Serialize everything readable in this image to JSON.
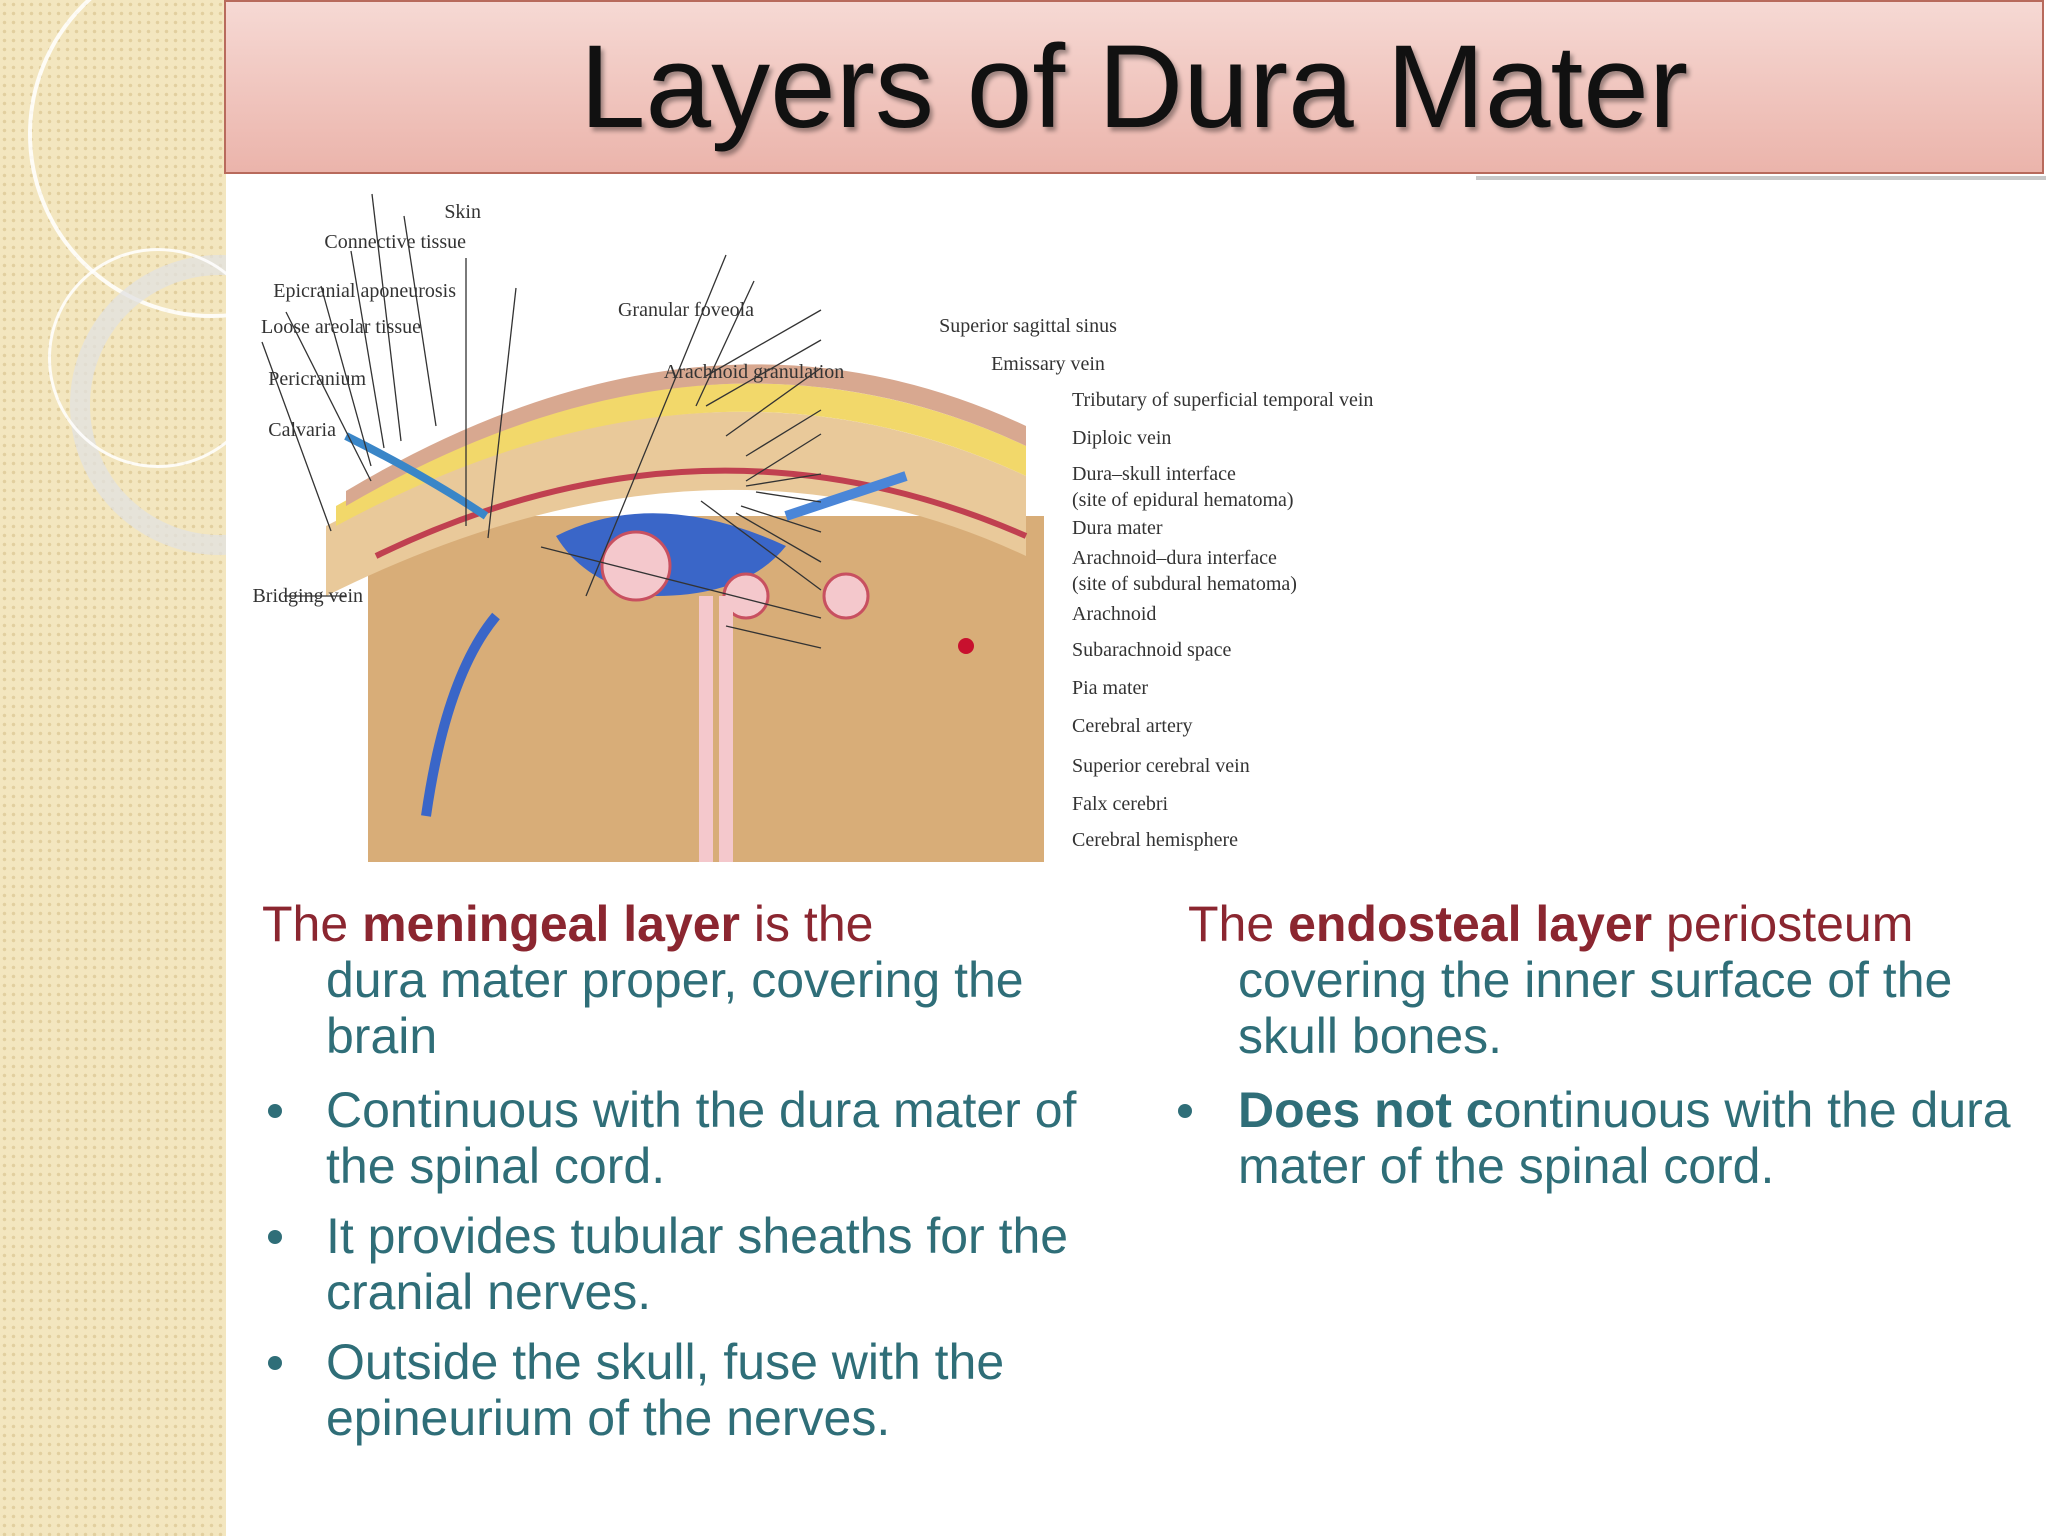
{
  "slide": {
    "title": "Layers of Dura Mater"
  },
  "figure": {
    "labels_left": [
      "Skin",
      "Connective tissue",
      "Epicranial aponeurosis",
      "Loose areolar tissue",
      "Pericranium",
      "Calvaria",
      "Bridging vein"
    ],
    "labels_top": [
      "Granular foveola",
      "Arachnoid granulation",
      "Superior sagittal sinus",
      "Emissary vein"
    ],
    "labels_right": [
      "Tributary of superficial temporal vein",
      "Diploic vein",
      "Dura–skull interface",
      "(site of epidural hematoma)",
      "Dura mater",
      "Arachnoid–dura interface",
      "(site of subdural hematoma)",
      "Arachnoid",
      "Subarachnoid space",
      "Pia mater",
      "Cerebral artery",
      "Superior cerebral vein",
      "Falx cerebri",
      "Cerebral hemisphere"
    ]
  },
  "left": {
    "lead_prefix": "The ",
    "lead_bold": "meningeal layer",
    "lead_mid": " is the",
    "lead_rest": "dura mater proper, covering the brain",
    "bullets": [
      "Continuous with the dura mater of the spinal cord.",
      "It provides tubular sheaths for the cranial nerves.",
      "Outside the skull, fuse with the epineurium of the nerves."
    ]
  },
  "right": {
    "lead_prefix": "The ",
    "lead_bold": "endosteal layer",
    "lead_mid": " periosteum",
    "lead_rest": "covering the inner surface of the skull bones.",
    "bullet_bold": "Does not c",
    "bullet_rest": "ontinuous with the dura mater of the spinal cord."
  },
  "colors": {
    "title_bar": "#ebb4ab",
    "lead_red": "#8b2630",
    "body_teal": "#2f6e78",
    "band": "#f3e6bf"
  }
}
